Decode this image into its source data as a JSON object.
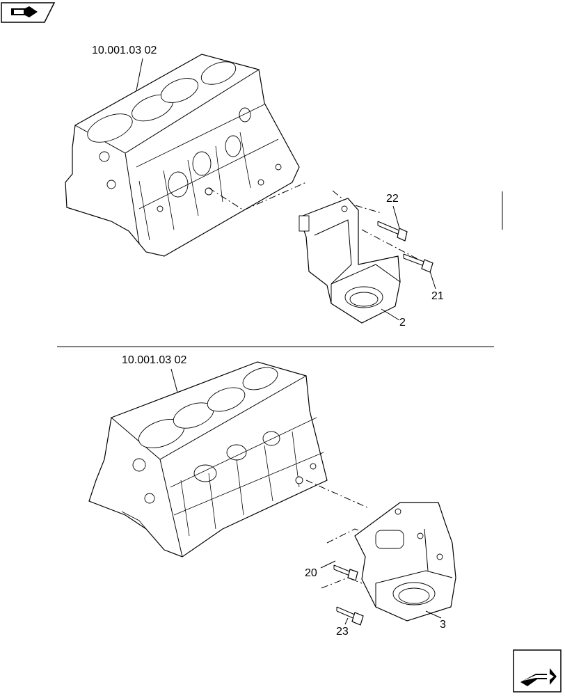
{
  "upper_view": {
    "reference": "10.001.03 02",
    "callouts": {
      "c22": "22",
      "c21": "21",
      "c2": "2"
    }
  },
  "lower_view": {
    "reference": "10.001.03 02",
    "callouts": {
      "c20": "20",
      "c23": "23",
      "c3": "3"
    }
  },
  "icons": {
    "top_left": "arrow-right-icon",
    "bottom_right": "next-page-arrow-icon"
  }
}
